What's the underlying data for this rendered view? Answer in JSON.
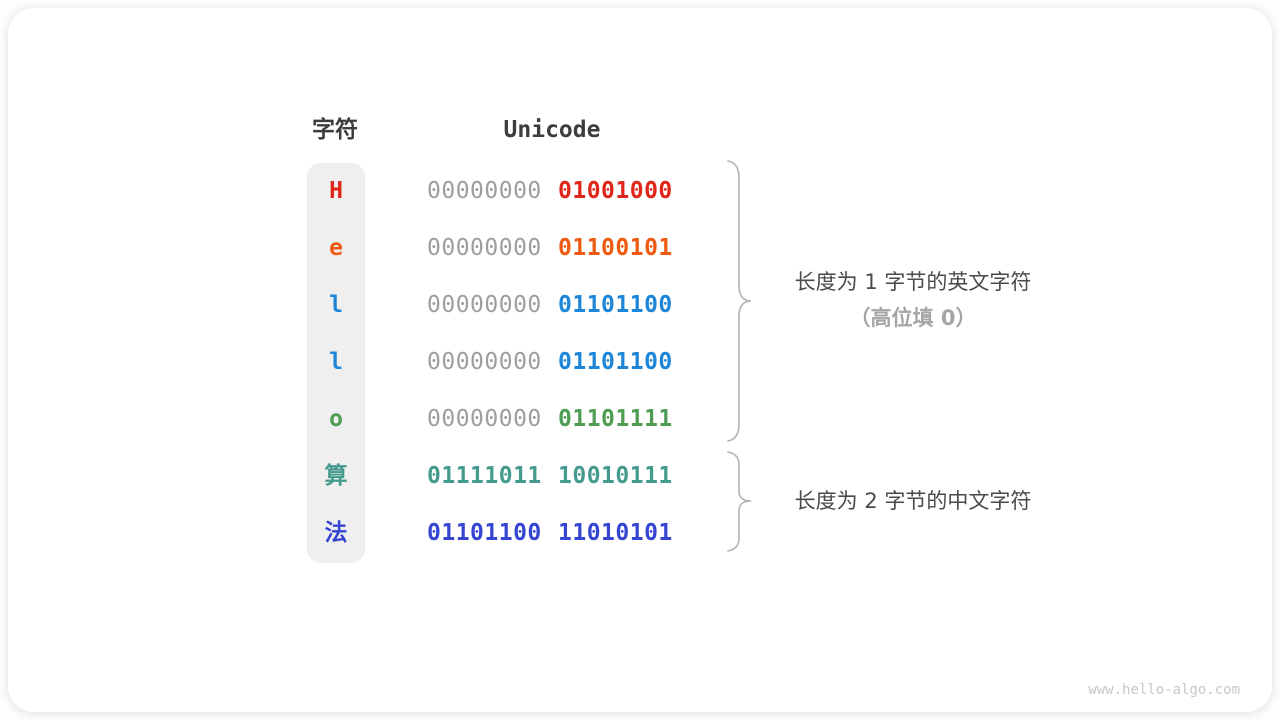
{
  "table": {
    "char_header": "字符",
    "unicode_header": "Unicode",
    "rows": [
      {
        "char": "H",
        "color": "#e0251b",
        "byte1": "00000000",
        "byte1_color": "#9e9e9e",
        "byte2": "01001000",
        "byte2_color": "#e0251b"
      },
      {
        "char": "e",
        "color": "#ee5a0f",
        "byte1": "00000000",
        "byte1_color": "#9e9e9e",
        "byte2": "01100101",
        "byte2_color": "#ee5a0f"
      },
      {
        "char": "l",
        "color": "#1d86d8",
        "byte1": "00000000",
        "byte1_color": "#9e9e9e",
        "byte2": "01101100",
        "byte2_color": "#1d86d8"
      },
      {
        "char": "l",
        "color": "#1d86d8",
        "byte1": "00000000",
        "byte1_color": "#9e9e9e",
        "byte2": "01101100",
        "byte2_color": "#1d86d8"
      },
      {
        "char": "o",
        "color": "#4e9d52",
        "byte1": "00000000",
        "byte1_color": "#9e9e9e",
        "byte2": "01101111",
        "byte2_color": "#4e9d52"
      },
      {
        "char": "算",
        "color": "#459a8e",
        "byte1": "01111011",
        "byte1_color": "#459a8e",
        "byte2": "10010111",
        "byte2_color": "#459a8e"
      },
      {
        "char": "法",
        "color": "#3646d0",
        "byte1": "01101100",
        "byte1_color": "#3646d0",
        "byte2": "11010101",
        "byte2_color": "#3646d0"
      }
    ]
  },
  "annotations": {
    "group1_line1": "长度为 1 字节的英文字符",
    "group1_line2": "（高位填 0）",
    "group2_line1": "长度为 2 字节的中文字符"
  },
  "watermark": "www.hello-algo.com",
  "colors": {
    "header_text": "#3d3d3d",
    "char_column_bg": "#efefef",
    "gray_byte": "#9e9e9e",
    "brace_stroke": "#b3b3b3",
    "annotation_dark": "#4a4a4a",
    "annotation_gray": "#a5a5a5",
    "watermark": "#c7c7c7",
    "card_bg": "#ffffff"
  }
}
